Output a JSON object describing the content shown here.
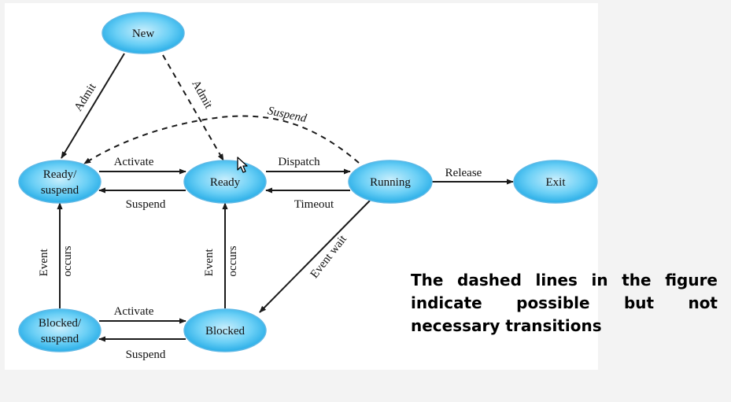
{
  "nodes": {
    "new": [
      "New"
    ],
    "ready_suspend": [
      "Ready/",
      "suspend"
    ],
    "ready": [
      "Ready"
    ],
    "running": [
      "Running"
    ],
    "exit": [
      "Exit"
    ],
    "blocked_suspend": [
      "Blocked/",
      "suspend"
    ],
    "blocked": [
      "Blocked"
    ]
  },
  "edges": {
    "admit_left": "Admit",
    "admit_right": "Admit",
    "suspend_running": "Suspend",
    "activate_top": "Activate",
    "suspend_top": "Suspend",
    "dispatch": "Dispatch",
    "timeout": "Timeout",
    "release": "Release",
    "event_wait": "Event wait",
    "event_occurs_left": [
      "Event",
      "occurs"
    ],
    "event_occurs_mid": [
      "Event",
      "occurs"
    ],
    "activate_bottom": "Activate",
    "suspend_bottom": "Suspend"
  },
  "caption": "The dashed lines in the figure indicate possible but not necessary transitions",
  "colors": {
    "node_fill_center": "#c8eefc",
    "node_fill_edge": "#1aa6e4",
    "line": "#1a1a1a"
  }
}
